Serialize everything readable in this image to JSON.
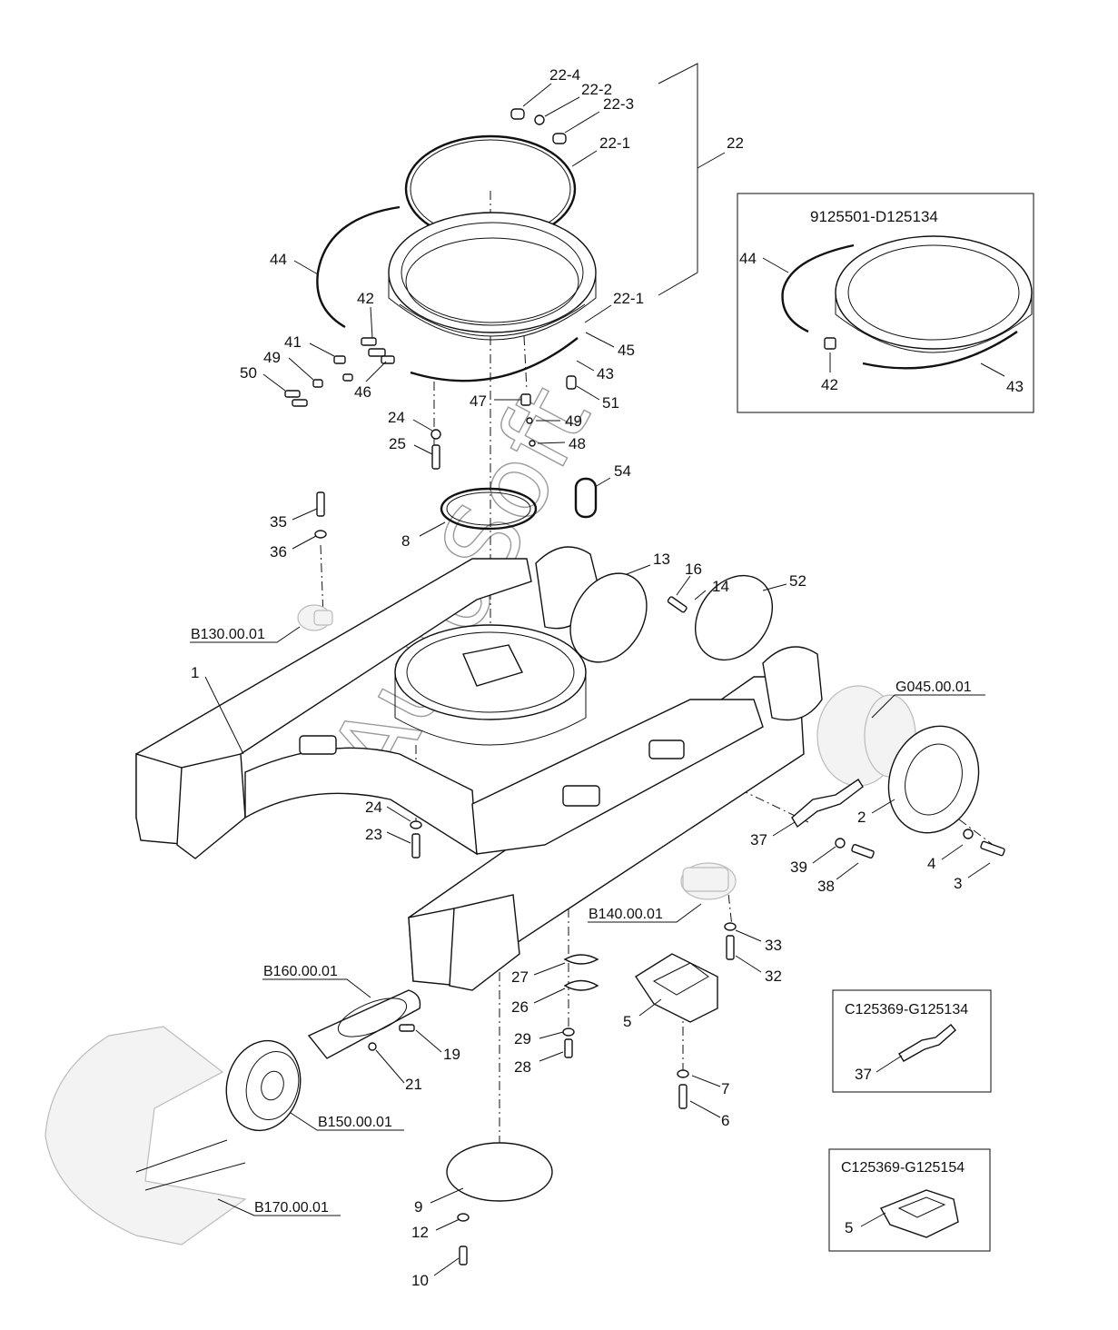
{
  "watermark": "AutoSoft",
  "inset_titles": {
    "ring_variant": "9125501-D125134",
    "bracket_variant": "C125369-G125134",
    "guard_variant": "C125369-G125154"
  },
  "reference_labels": {
    "swing_bearing_group": "B130.00.01",
    "final_drive": "G045.00.01",
    "carrier_roller": "B140.00.01",
    "track_adjuster": "B160.00.01",
    "idler": "B150.00.01",
    "track_chain": "B170.00.01"
  },
  "callouts": {
    "c22_4": "22-4",
    "c22_2": "22-2",
    "c22_3": "22-3",
    "c22_1a": "22-1",
    "c22": "22",
    "c22_1b": "22-1",
    "c44": "44",
    "c42": "42",
    "c41": "41",
    "c49a": "49",
    "c50": "50",
    "c46": "46",
    "c45": "45",
    "c43": "43",
    "c47": "47",
    "c51": "51",
    "c49b": "49",
    "c48": "48",
    "c24a": "24",
    "c25": "25",
    "c54": "54",
    "c8": "8",
    "c35": "35",
    "c36": "36",
    "c13": "13",
    "c16": "16",
    "c14": "14",
    "c52": "52",
    "c1": "1",
    "c24b": "24",
    "c23": "23",
    "c2": "2",
    "c37": "37",
    "c39": "39",
    "c38": "38",
    "c4": "4",
    "c3": "3",
    "c33": "33",
    "c32": "32",
    "c27": "27",
    "c26": "26",
    "c5": "5",
    "c29": "29",
    "c28": "28",
    "c7": "7",
    "c6": "6",
    "c19": "19",
    "c21": "21",
    "c9": "9",
    "c12": "12",
    "c10": "10",
    "i44": "44",
    "i42": "42",
    "i43": "43",
    "i37": "37",
    "i5": "5"
  }
}
